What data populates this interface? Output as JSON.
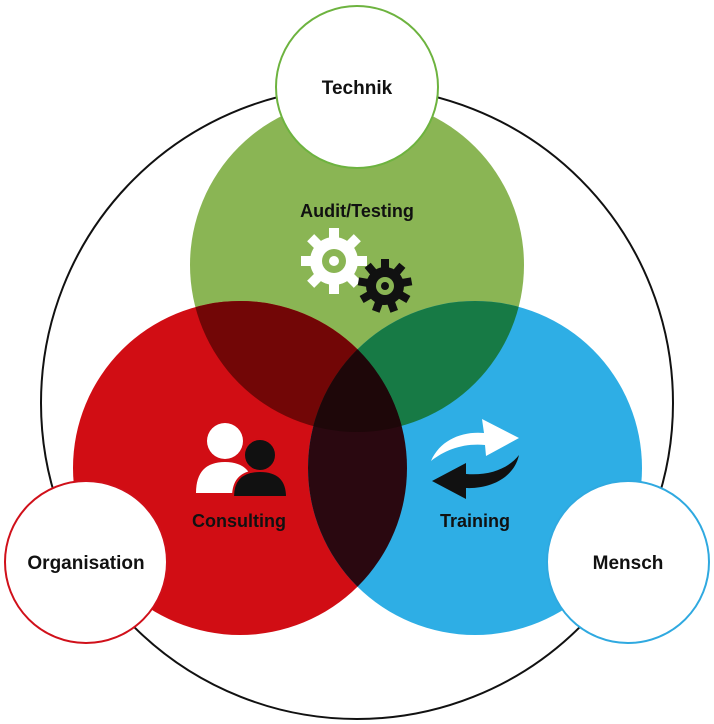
{
  "nodes": {
    "technik": {
      "label": "Technik",
      "color": "#6db33f"
    },
    "organisation": {
      "label": "Organisation",
      "color": "#d0101a"
    },
    "mensch": {
      "label": "Mensch",
      "color": "#2fa9e0"
    }
  },
  "services": {
    "audit": {
      "label": "Audit/Testing",
      "icon": "gears-icon",
      "color": "#8ab554"
    },
    "consulting": {
      "label": "Consulting",
      "icon": "people-icon",
      "color": "#d10d14"
    },
    "training": {
      "label": "Training",
      "icon": "exchange-arrows-icon",
      "color": "#2eaee5"
    }
  },
  "overlaps": {
    "audit_consulting": "#720606",
    "audit_training": "#177a45",
    "consulting_training": "#2a0810",
    "center": "#1e0709"
  }
}
